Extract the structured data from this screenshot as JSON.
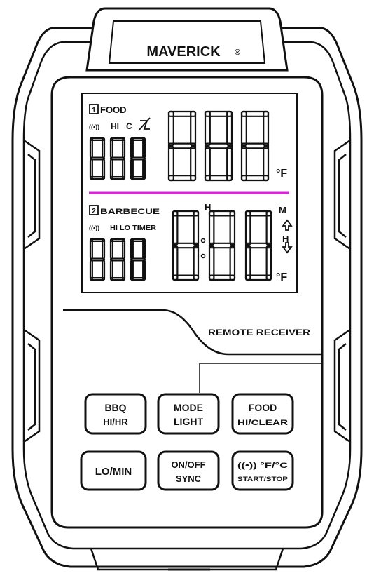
{
  "brand": {
    "name": "MAVERICK",
    "trademark": "®"
  },
  "display": {
    "probe1": {
      "number": "1",
      "label": "FOOD",
      "alarm": "((•))",
      "hi": "HI",
      "timer_icon": "C"
    },
    "probe2": {
      "number": "2",
      "label": "BARBECUE",
      "alarm": "((•))",
      "hi_lo_timer": "HI LO TIMER"
    },
    "small_digits_1": "888",
    "large_digits_1": "888",
    "small_digits_2": "888",
    "large_digits_2": "888",
    "unit_top": "°F",
    "unit_bottom": "°F",
    "hour_marker": "H",
    "minute_marker": "M",
    "hour_marker_right": "H",
    "separator_color": "#e020e0"
  },
  "panel_label": "REMOTE RECEIVER",
  "buttons": [
    {
      "line1": "BBQ",
      "line2": "HI/HR"
    },
    {
      "line1": "MODE",
      "line2": "LIGHT"
    },
    {
      "line1": "FOOD",
      "line2": "HI/CLEAR"
    },
    {
      "line1": "LO/MIN",
      "line2": ""
    },
    {
      "line1": "ON/OFF",
      "line2": "SYNC"
    },
    {
      "line1": "((•)) °F/°C",
      "line2": "START/STOP"
    }
  ]
}
